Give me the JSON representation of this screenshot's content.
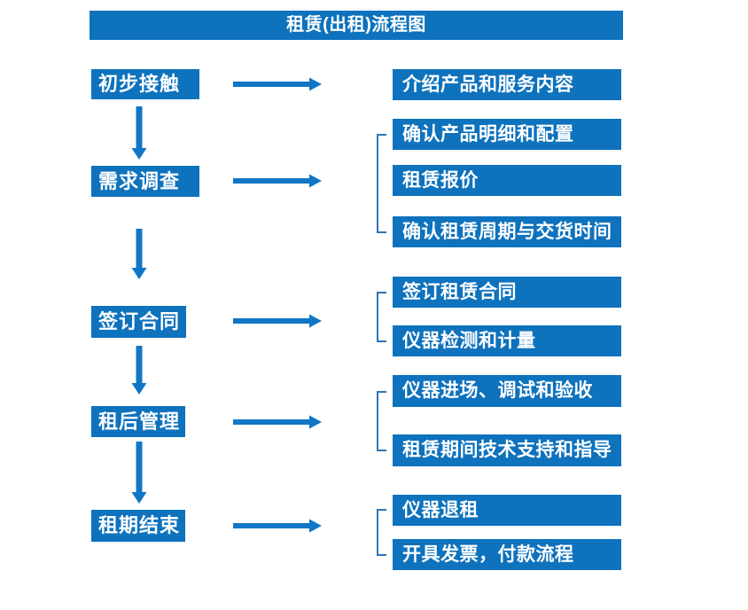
{
  "title": "租赁(出租)流程图",
  "colors": {
    "primary": "#0e72bd",
    "arrow": "#1176c5",
    "bracket": "#2e75b6",
    "box_text": "#ffffff",
    "background": "#ffffff"
  },
  "steps": [
    {
      "label": "初步接触",
      "details": [
        "介绍产品和服务内容"
      ]
    },
    {
      "label": "需求调查",
      "details": [
        "确认产品明细和配置",
        "租赁报价",
        "确认租赁周期与交货时间"
      ]
    },
    {
      "label": "签订合同",
      "details": [
        "签订租赁合同",
        "仪器检测和计量"
      ]
    },
    {
      "label": "租后管理",
      "details": [
        "仪器进场、调试和验收",
        "租赁期间技术支持和指导"
      ]
    },
    {
      "label": "租期结束",
      "details": [
        "仪器退租",
        "开具发票，付款流程"
      ]
    }
  ]
}
